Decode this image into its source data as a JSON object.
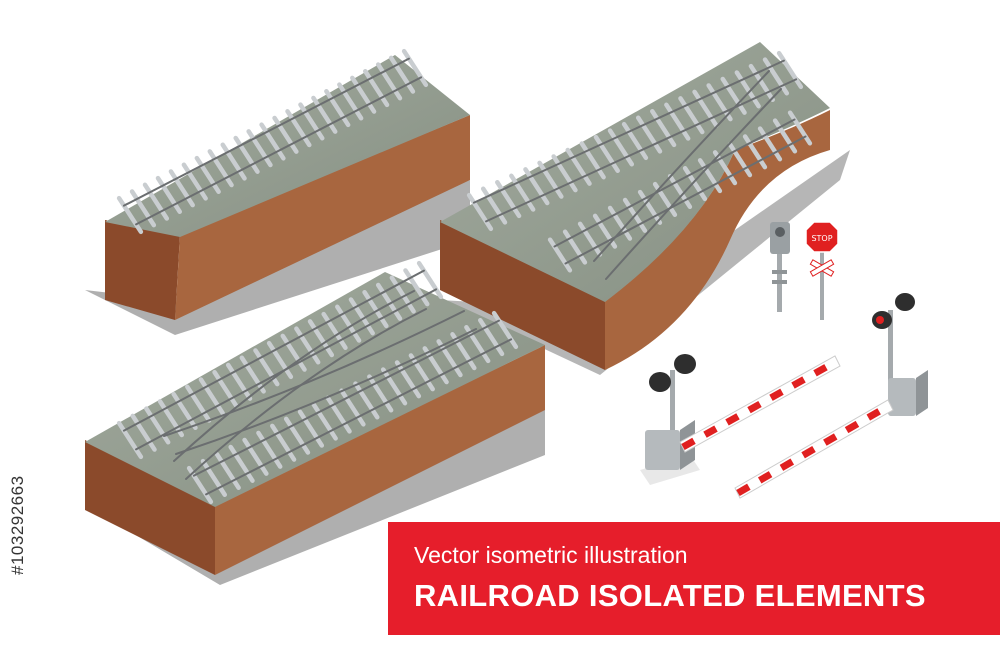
{
  "image_id_label": "#103292663",
  "banner": {
    "subtitle": "Vector isometric illustration",
    "title": "RAILROAD ISOLATED ELEMENTS"
  },
  "sign": {
    "stop_text": "STOP"
  },
  "colors": {
    "ballast_top": "#8f9a8d",
    "soil_front": "#8b4a2b",
    "soil_side": "#a8663f",
    "rail": "#6b6e70",
    "sleeper": "#c9cdd0",
    "shadow": "#666666",
    "barrier_red": "#e02020",
    "banner_red": "#e61e2b",
    "post": "#a5aaad"
  },
  "icons": [
    "straight-track-segment-icon",
    "switch-track-segment-icon",
    "crossover-track-segment-icon",
    "railway-signal-icon",
    "stop-sign-icon",
    "level-crossing-barrier-icon"
  ]
}
